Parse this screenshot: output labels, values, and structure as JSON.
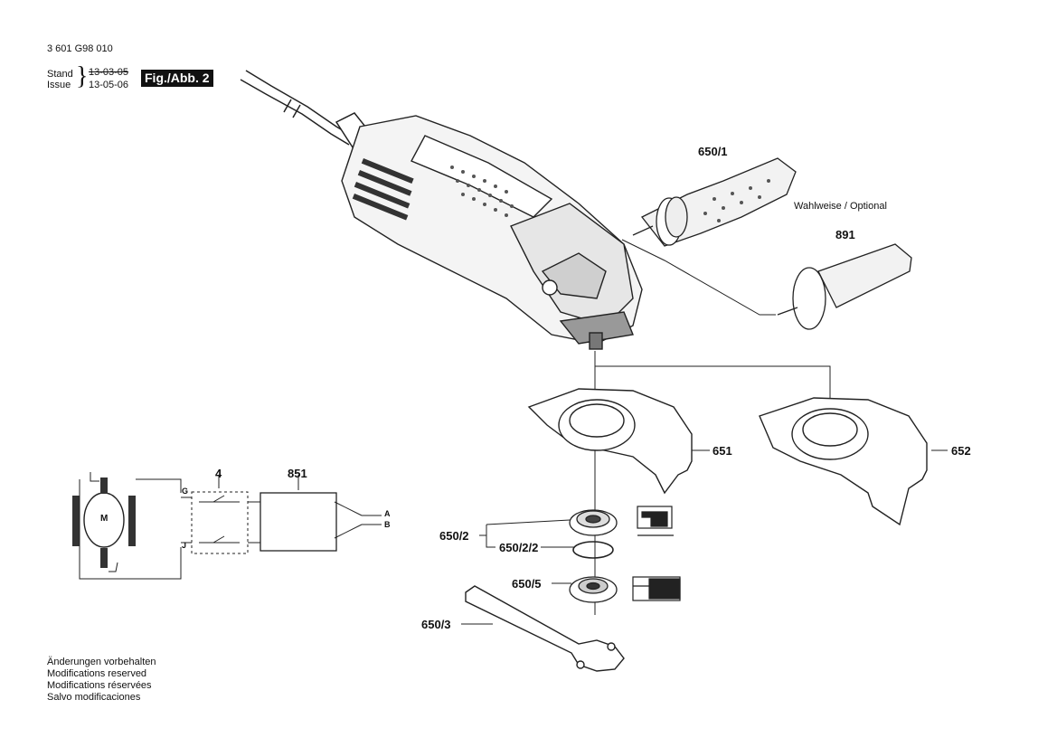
{
  "header": {
    "doc_number": "3 601 G98 010",
    "stand_label": "Stand",
    "stand_date": "13-03-05",
    "issue_label": "Issue",
    "issue_date": "13-05-06",
    "figure_label": "Fig./Abb. 2"
  },
  "callouts": {
    "p650_1": "650/1",
    "optional_note": "Wahlweise / Optional",
    "p891": "891",
    "p651": "651",
    "p652": "652",
    "p650_2": "650/2",
    "p650_2_2": "650/2/2",
    "p650_5": "650/5",
    "p650_3": "650/3"
  },
  "wiring": {
    "motor": "M",
    "switch_part": "4",
    "module_part": "851",
    "terminal_g": "G",
    "terminal_j": "J",
    "terminal_a": "A",
    "terminal_b": "B"
  },
  "footer": {
    "line1": "Änderungen vorbehalten",
    "line2": "Modifications reserved",
    "line3": "Modifications réservées",
    "line4": "Salvo modificaciones"
  }
}
